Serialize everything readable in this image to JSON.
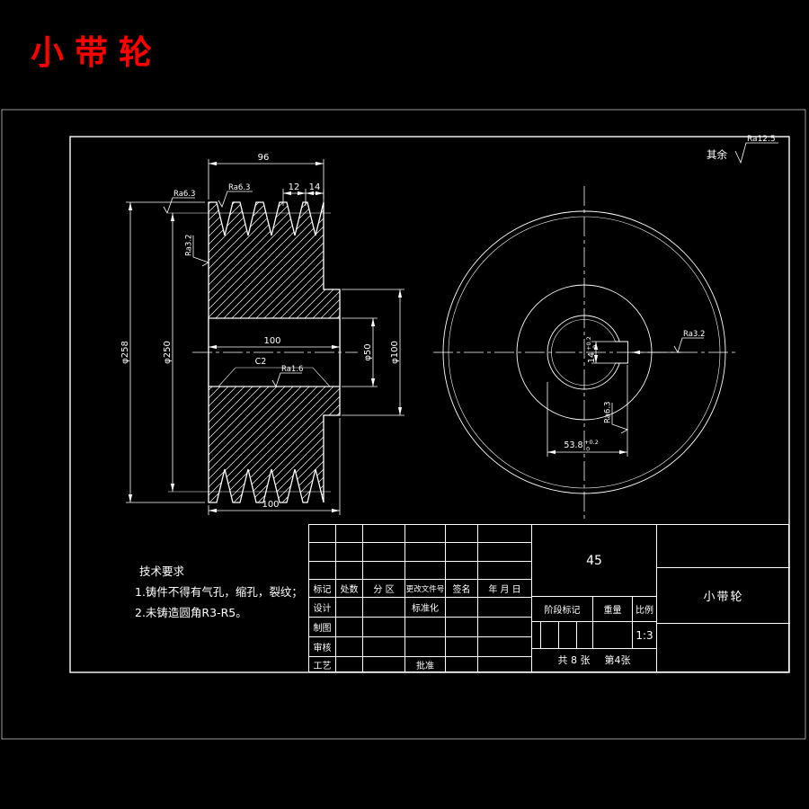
{
  "page": {
    "title": "小带轮",
    "title_color": "#ff0000"
  },
  "general_roughness": {
    "prefix": "其余",
    "value": "Ra12.5"
  },
  "views": {
    "section_view": {
      "dims": {
        "rim_width": "96",
        "groove_pitch": "12",
        "groove_edge_offset": "14",
        "outer_diameter": "φ258",
        "pitch_diameter": "φ250",
        "bore_length": "100",
        "overall_length": "100",
        "chamfer": "C2",
        "bore_diameter": "φ50",
        "hub_diameter": "φ100"
      },
      "roughness": {
        "groove_top": "Ra6.3",
        "groove_flank": "Ra6.3",
        "rim_face": "Ra3.2",
        "bore_surface": "Ra1.6"
      }
    },
    "front_view": {
      "dims": {
        "keyway_width": "14",
        "keyway_width_tol_upper": "+0.2",
        "keyway_width_tol_lower": "0",
        "keyway_depth": "53.8",
        "keyway_depth_tol_upper": "+0.2",
        "keyway_depth_tol_lower": "0"
      },
      "roughness": {
        "keyway_side": "Ra3.2",
        "keyway_bottom": "Ra6.3"
      }
    }
  },
  "tech_requirements": {
    "title": "技术要求",
    "items": [
      "1.铸件不得有气孔，缩孔，裂纹；",
      "2.未铸造圆角R3-R5。"
    ]
  },
  "title_block": {
    "material": "45",
    "part_name": "小带轮",
    "revision_headers": [
      "标记",
      "处数",
      "分 区",
      "更改文件号",
      "签名",
      "年 月 日"
    ],
    "role_labels": [
      "设计",
      "制图",
      "审核",
      "工艺"
    ],
    "standardization_label": "标准化",
    "approve_label": "批准",
    "stage_label": "阶段标记",
    "weight_label": "重量",
    "scale_label": "比例",
    "scale_value": "1:3",
    "sheet_total": "共 8 张",
    "sheet_number": "第4张"
  }
}
